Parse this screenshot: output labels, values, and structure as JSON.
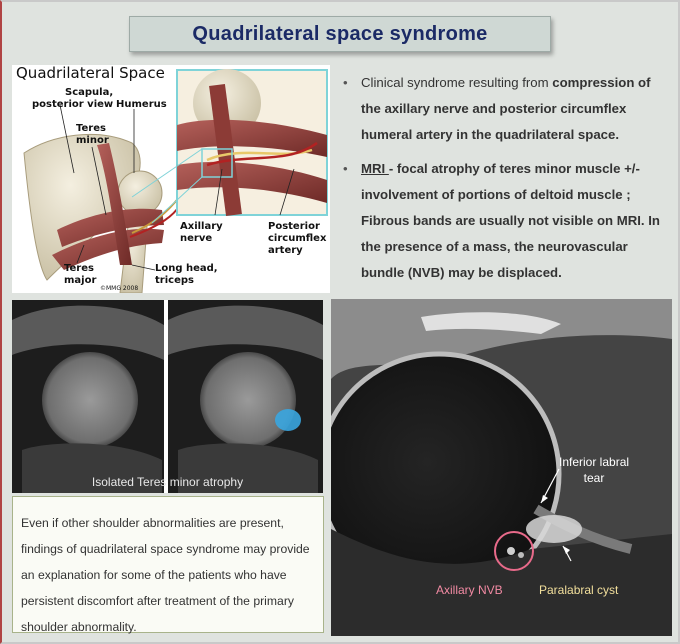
{
  "title": "Quadrilateral space syndrome",
  "illustration": {
    "heading": "Quadrilateral Space",
    "labels": {
      "scapula": "Scapula,\nposterior view",
      "humerus": "Humerus",
      "teres_minor": "Teres\nminor",
      "teres_major": "Teres\nmajor",
      "long_head": "Long head,\ntriceps",
      "axillary_nerve": "Axillary\nnerve",
      "posterior_artery": "Posterior\ncircumflex\nartery",
      "copyright": "©MMG 2008"
    }
  },
  "bullets": {
    "b1_pre": "Clinical syndrome resulting from ",
    "b1_bold": "compression of the axillary nerve and posterior circumflex humeral artery in the quadrilateral space.",
    "b2_label": "MRI ",
    "b2_dash": "- ",
    "b2_bold": " focal atrophy of teres minor muscle +/- involvement of portions of deltoid muscle ; Fibrous bands are usually not visible on MRI. In the presence of a mass, the neurovascular bundle (NVB) may be displaced."
  },
  "small_mri": {
    "caption": "Isolated Teres minor atrophy"
  },
  "note": "Even if other shoulder abnormalities are present, findings of quadrilateral space syndrome may provide an explanation for some of the patients who have persistent discomfort after treatment of the primary shoulder abnormality.",
  "big_mri": {
    "label_tear": "Inferior labral\ntear",
    "label_nvb": "Axillary NVB",
    "label_cyst": "Paralabral cyst"
  },
  "colors": {
    "title_text": "#1b2a66",
    "nvb_circle": "#e86a8a",
    "inset_border": "#7fd3d8"
  }
}
